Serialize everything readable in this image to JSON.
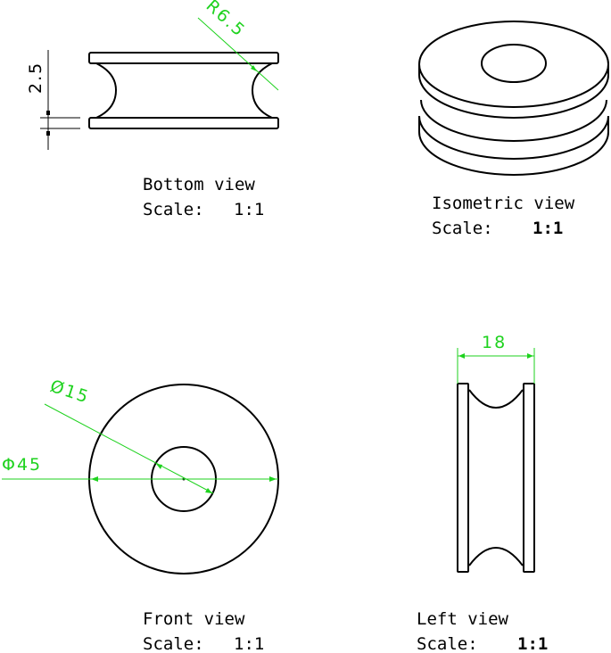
{
  "drawing": {
    "colors": {
      "outline": "#000000",
      "dimension": "#1ed21e",
      "background": "#ffffff"
    },
    "views": {
      "bottom": {
        "title": "Bottom view",
        "scale_label": "Scale:",
        "scale_value": "1:1",
        "dimensions": {
          "flange_thickness": "2.5",
          "groove_radius": "R6.5"
        }
      },
      "isometric": {
        "title": "Isometric view",
        "scale_label": "Scale:",
        "scale_value": "1:1"
      },
      "front": {
        "title": "Front view",
        "scale_label": "Scale:",
        "scale_value": "1:1",
        "dimensions": {
          "inner_diameter": "Ø15",
          "outer_diameter": "Φ45"
        }
      },
      "left": {
        "title": "Left view",
        "scale_label": "Scale:",
        "scale_value": "1:1",
        "dimensions": {
          "width": "18"
        }
      }
    }
  }
}
